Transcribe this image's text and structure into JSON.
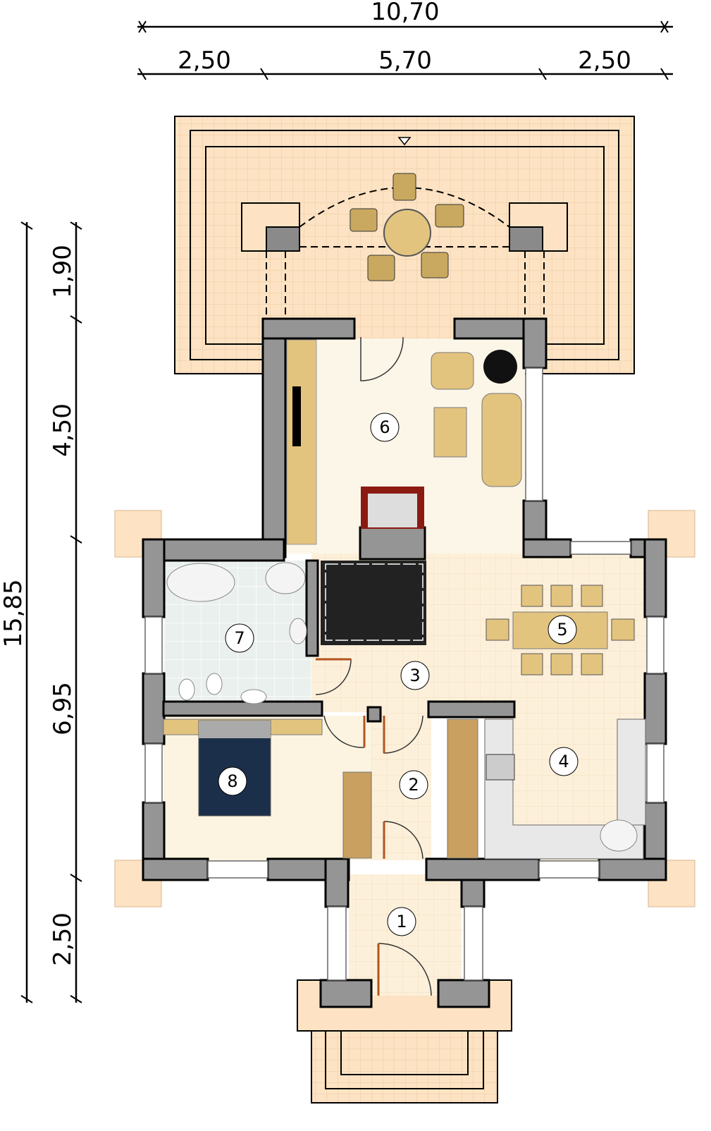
{
  "dimensions": {
    "total_width": "10,70",
    "left_wing": "2,50",
    "center": "5,70",
    "right_wing": "2,50",
    "total_depth": "15,85",
    "terrace_depth": "1,90",
    "living_depth": "4,50",
    "middle_depth": "6,95",
    "entrance_depth": "2,50"
  },
  "rooms": [
    "1",
    "2",
    "3",
    "4",
    "5",
    "6",
    "7",
    "8"
  ],
  "colors": {
    "wall": "#959595",
    "terrace": "#fde3c3",
    "floor": "#fcf6e8",
    "bath": "#e8eeec",
    "furniture": "#e3c47f"
  }
}
